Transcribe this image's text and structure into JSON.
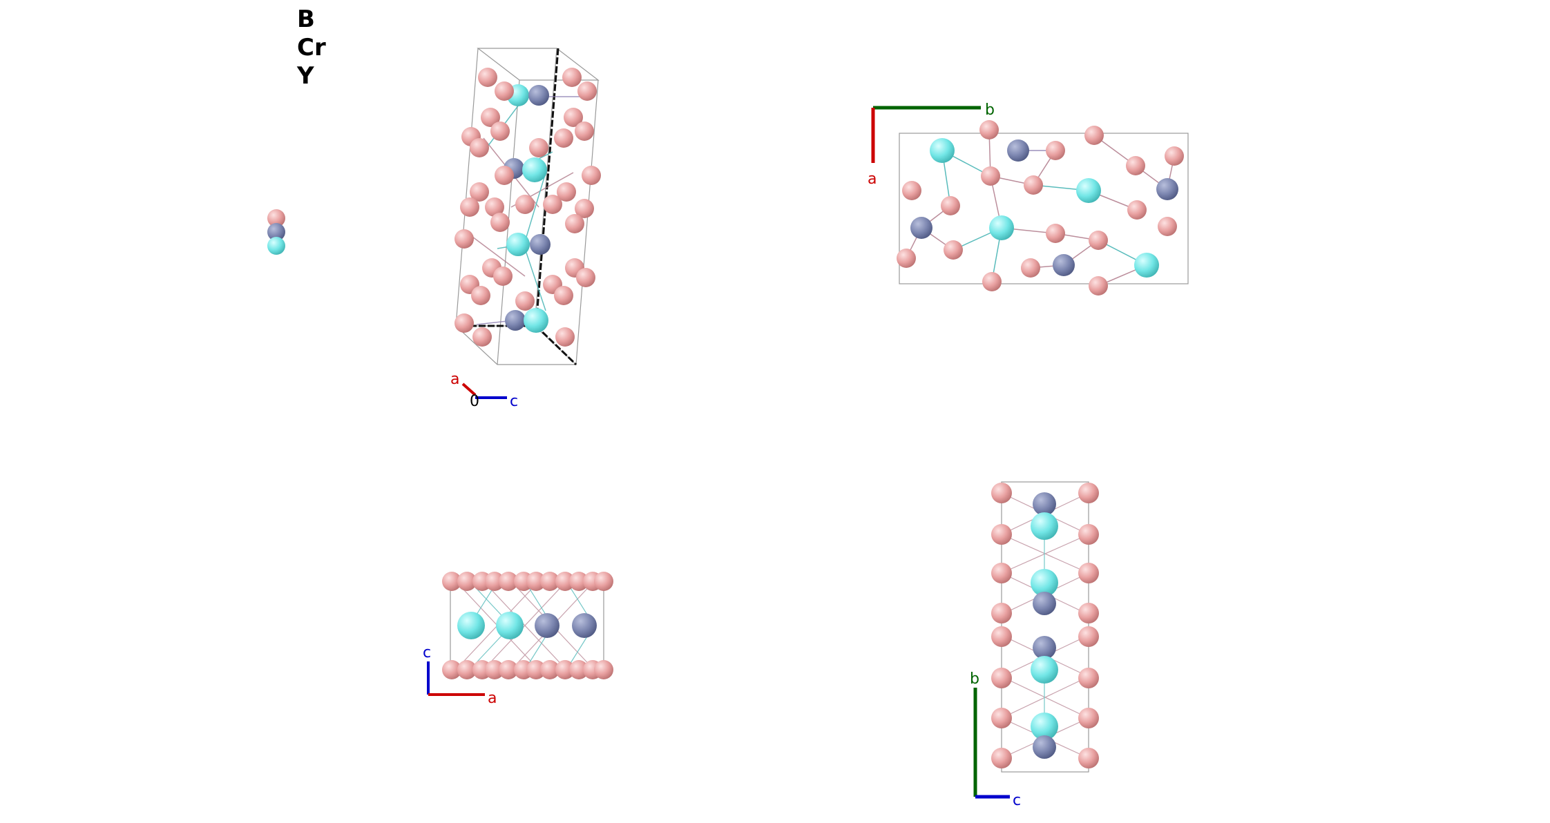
{
  "legend": {
    "items": [
      {
        "symbol": "B",
        "color": "#e8a0a0"
      },
      {
        "symbol": "Cr",
        "color": "#7c86b0"
      },
      {
        "symbol": "Y",
        "color": "#72e6e6"
      }
    ]
  },
  "views": {
    "perspective": {
      "axes": {
        "a": "a",
        "origin": "0",
        "c": "c"
      }
    },
    "top": {
      "axes": {
        "b": "b",
        "a": "a"
      }
    },
    "side_ca": {
      "axes": {
        "c": "c",
        "a": "a"
      }
    },
    "side_bc": {
      "axes": {
        "b": "b",
        "c": "c"
      }
    }
  },
  "colors": {
    "B": "#e8a0a0",
    "Cr": "#7c86b0",
    "Y": "#72e6e6",
    "axis_a": "#cc0000",
    "axis_b": "#006400",
    "axis_c": "#0000cc"
  }
}
